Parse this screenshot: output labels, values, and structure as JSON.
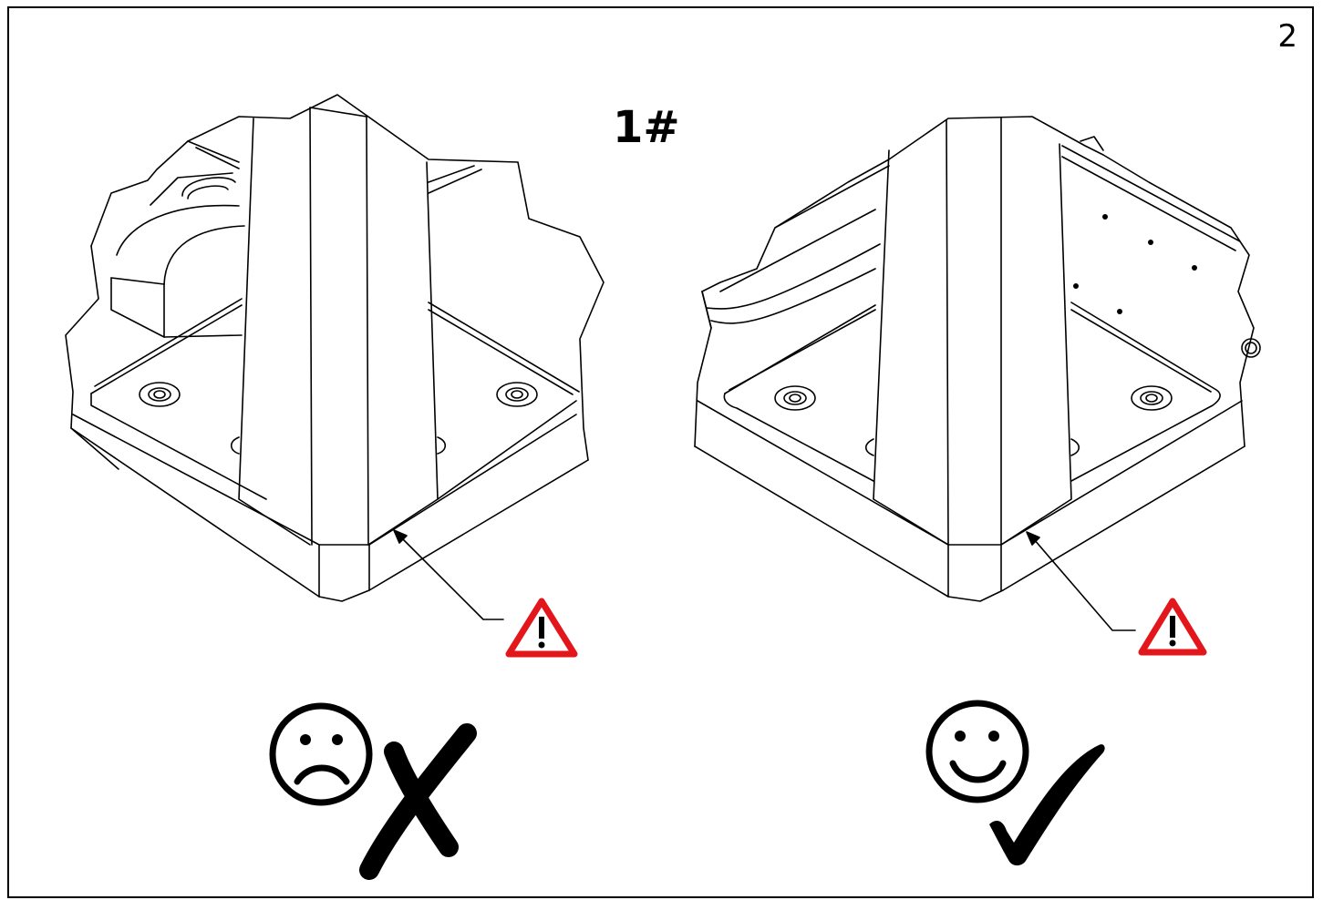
{
  "page": {
    "number": "2",
    "step_label": "1#"
  },
  "panels": [
    {
      "id": "incorrect",
      "verdict": "incorrect",
      "mood": "sad-face-icon",
      "mark": "cross-mark-icon"
    },
    {
      "id": "correct",
      "verdict": "correct",
      "mood": "smiley-face-icon",
      "mark": "check-mark-icon"
    }
  ],
  "colors": {
    "line": "#000000",
    "warning": "#e3161b",
    "background": "#ffffff"
  },
  "icons": [
    "warning-triangle-icon",
    "sad-face-icon",
    "cross-mark-icon",
    "smiley-face-icon",
    "check-mark-icon"
  ]
}
